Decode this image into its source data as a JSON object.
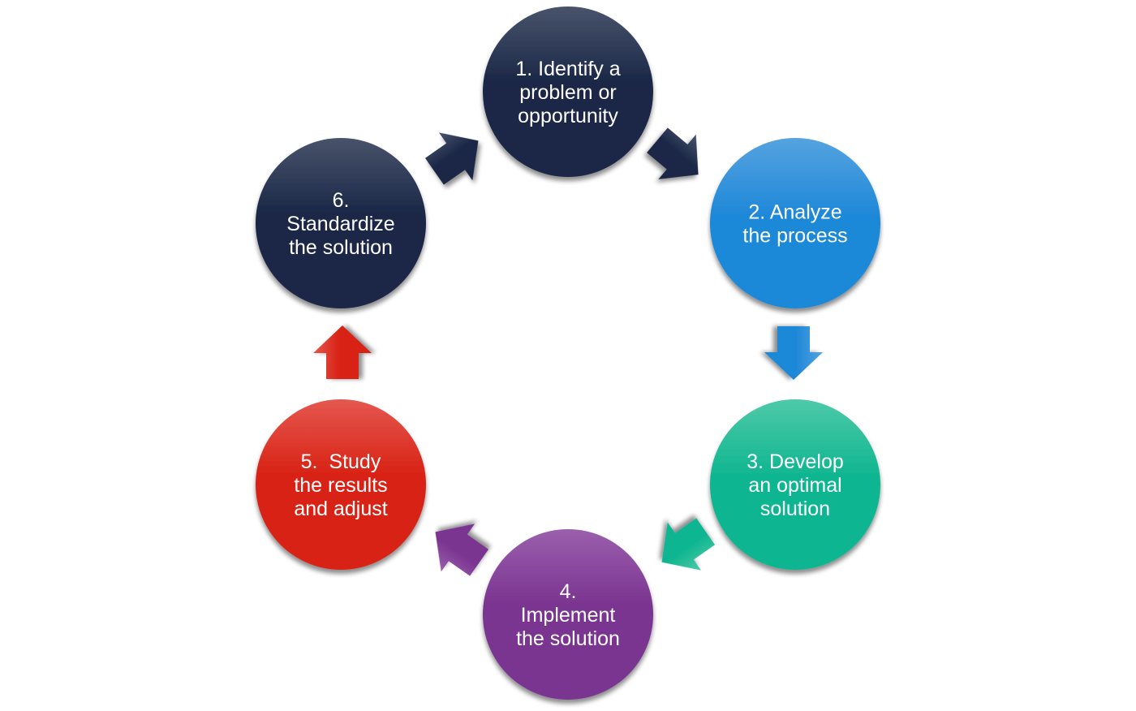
{
  "diagram": {
    "type": "cycle",
    "title": "",
    "steps": [
      {
        "id": 1,
        "lines": [
          "1. Identify a",
          "problem or",
          "opportunity"
        ],
        "color_top": "#48536b",
        "color_bottom": "#1a2746"
      },
      {
        "id": 2,
        "lines": [
          "2. Analyze",
          "the process"
        ],
        "color_top": "#55a3e0",
        "color_bottom": "#1f88d8"
      },
      {
        "id": 3,
        "lines": [
          "3. Develop",
          "an optimal",
          "solution"
        ],
        "color_top": "#4ec9a8",
        "color_bottom": "#0fb690"
      },
      {
        "id": 4,
        "lines": [
          "4.",
          "Implement",
          "the solution"
        ],
        "color_top": "#9a5fac",
        "color_bottom": "#7a3490"
      },
      {
        "id": 5,
        "lines": [
          "5.  Study",
          "the results",
          "and adjust"
        ],
        "color_top": "#e5574e",
        "color_bottom": "#d82214"
      },
      {
        "id": 6,
        "lines": [
          "6.",
          "Standardize",
          "the solution"
        ],
        "color_top": "#48536b",
        "color_bottom": "#1a2746"
      }
    ],
    "connectors": [
      {
        "from": 1,
        "to": 2,
        "color_top": "#48536b",
        "color_bottom": "#1a2746"
      },
      {
        "from": 2,
        "to": 3,
        "color_top": "#55a3e0",
        "color_bottom": "#1f88d8"
      },
      {
        "from": 3,
        "to": 4,
        "color_top": "#4ec9a8",
        "color_bottom": "#0fb690"
      },
      {
        "from": 4,
        "to": 5,
        "color_top": "#9a5fac",
        "color_bottom": "#7a3490"
      },
      {
        "from": 5,
        "to": 6,
        "color_top": "#e5574e",
        "color_bottom": "#d82214"
      },
      {
        "from": 6,
        "to": 1,
        "color_top": "#48536b",
        "color_bottom": "#1a2746"
      }
    ]
  }
}
